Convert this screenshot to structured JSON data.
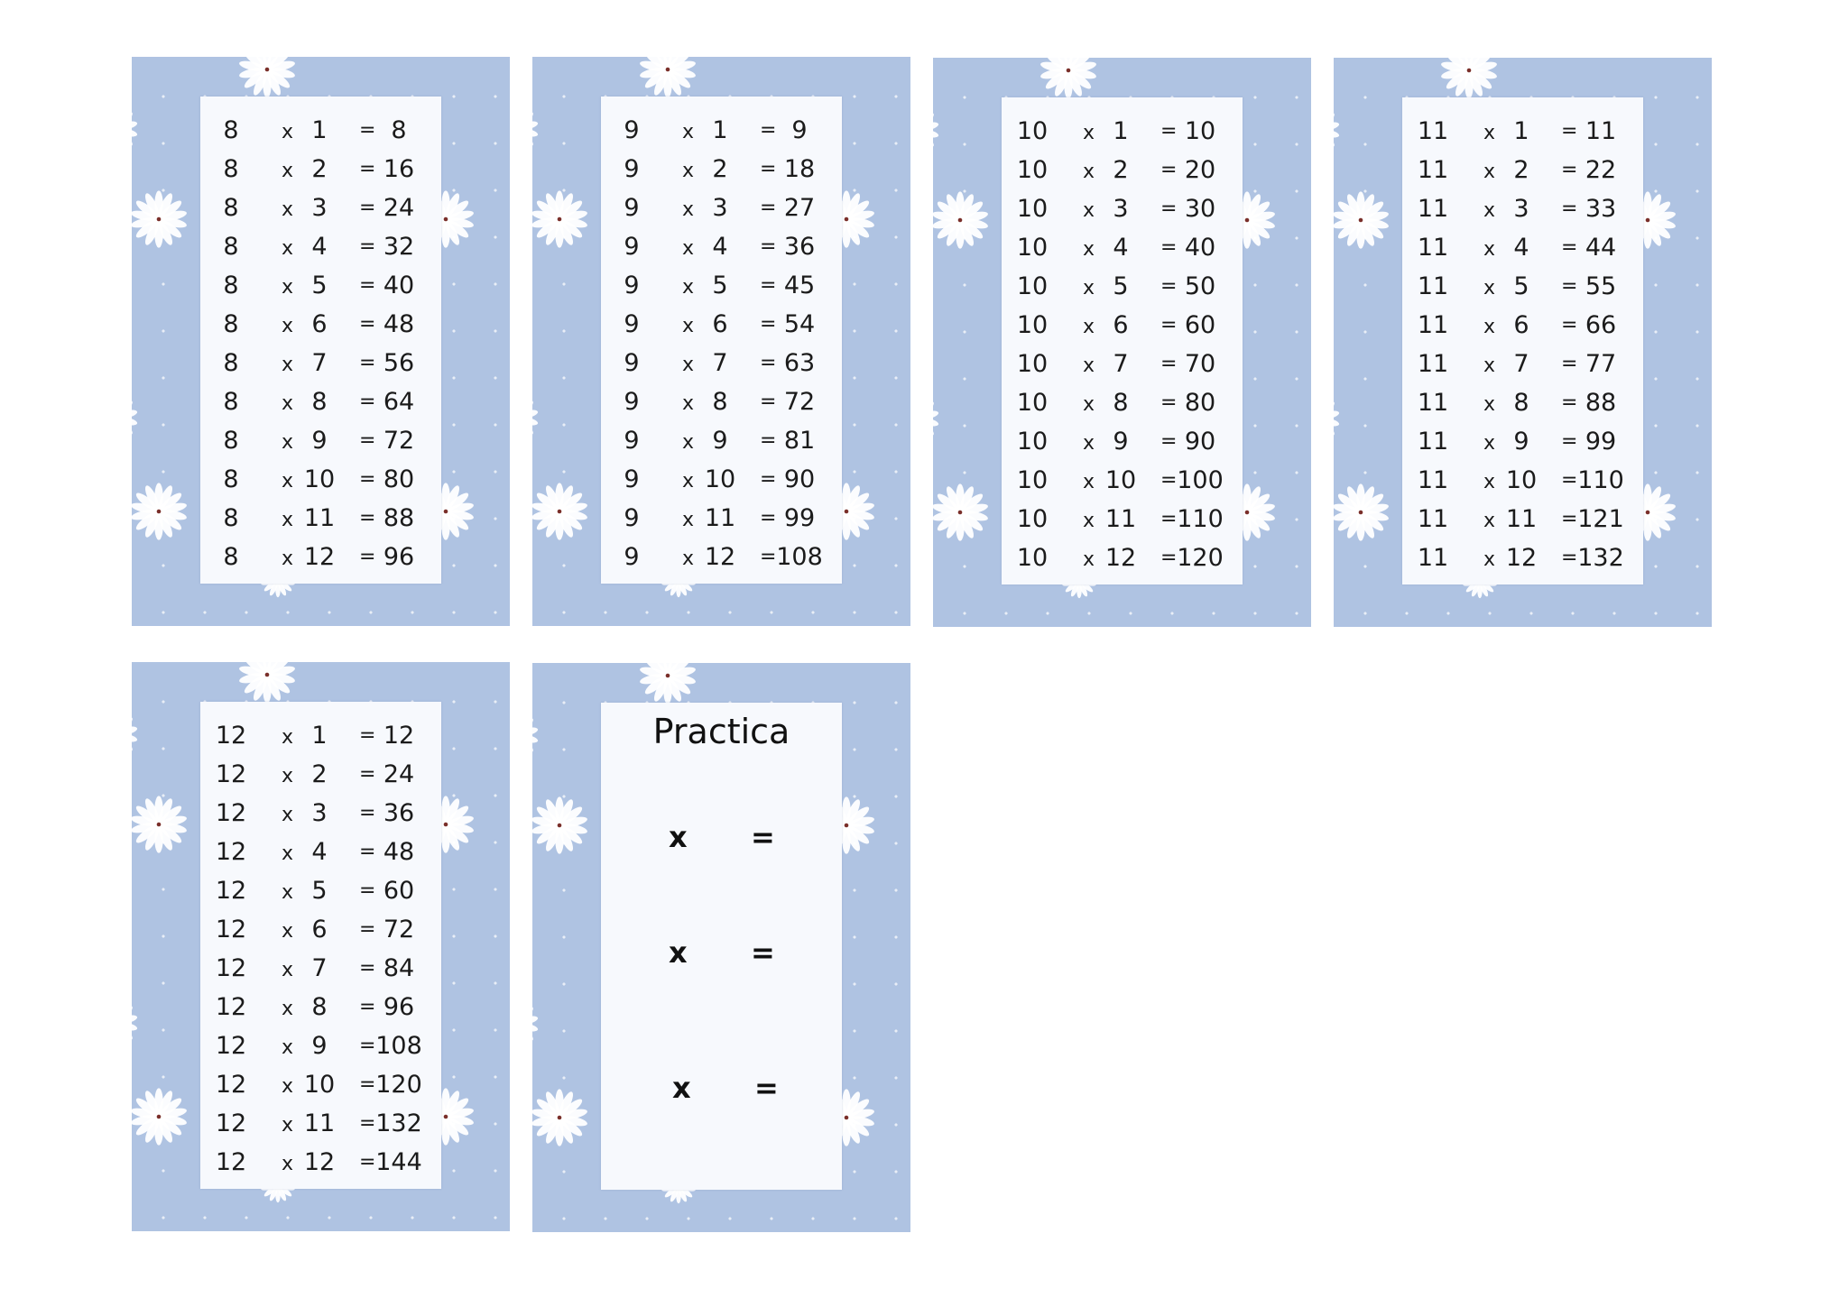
{
  "tables": [
    {
      "factor": "8",
      "rows": [
        [
          "8",
          "1",
          "8"
        ],
        [
          "8",
          "2",
          "16"
        ],
        [
          "8",
          "3",
          "24"
        ],
        [
          "8",
          "4",
          "32"
        ],
        [
          "8",
          "5",
          "40"
        ],
        [
          "8",
          "6",
          "48"
        ],
        [
          "8",
          "7",
          "56"
        ],
        [
          "8",
          "8",
          "64"
        ],
        [
          "8",
          "9",
          "72"
        ],
        [
          "8",
          "10",
          "80"
        ],
        [
          "8",
          "11",
          "88"
        ],
        [
          "8",
          "12",
          "96"
        ]
      ]
    },
    {
      "factor": "9",
      "rows": [
        [
          "9",
          "1",
          "9"
        ],
        [
          "9",
          "2",
          "18"
        ],
        [
          "9",
          "3",
          "27"
        ],
        [
          "9",
          "4",
          "36"
        ],
        [
          "9",
          "5",
          "45"
        ],
        [
          "9",
          "6",
          "54"
        ],
        [
          "9",
          "7",
          "63"
        ],
        [
          "9",
          "8",
          "72"
        ],
        [
          "9",
          "9",
          "81"
        ],
        [
          "9",
          "10",
          "90"
        ],
        [
          "9",
          "11",
          "99"
        ],
        [
          "9",
          "12",
          "108"
        ]
      ]
    },
    {
      "factor": "10",
      "rows": [
        [
          "10",
          "1",
          "10"
        ],
        [
          "10",
          "2",
          "20"
        ],
        [
          "10",
          "3",
          "30"
        ],
        [
          "10",
          "4",
          "40"
        ],
        [
          "10",
          "5",
          "50"
        ],
        [
          "10",
          "6",
          "60"
        ],
        [
          "10",
          "7",
          "70"
        ],
        [
          "10",
          "8",
          "80"
        ],
        [
          "10",
          "9",
          "90"
        ],
        [
          "10",
          "10",
          "100"
        ],
        [
          "10",
          "11",
          "110"
        ],
        [
          "10",
          "12",
          "120"
        ]
      ]
    },
    {
      "factor": "11",
      "rows": [
        [
          "11",
          "1",
          "11"
        ],
        [
          "11",
          "2",
          "22"
        ],
        [
          "11",
          "3",
          "33"
        ],
        [
          "11",
          "4",
          "44"
        ],
        [
          "11",
          "5",
          "55"
        ],
        [
          "11",
          "6",
          "66"
        ],
        [
          "11",
          "7",
          "77"
        ],
        [
          "11",
          "8",
          "88"
        ],
        [
          "11",
          "9",
          "99"
        ],
        [
          "11",
          "10",
          "110"
        ],
        [
          "11",
          "11",
          "121"
        ],
        [
          "11",
          "12",
          "132"
        ]
      ]
    },
    {
      "factor": "12",
      "rows": [
        [
          "12",
          "1",
          "12"
        ],
        [
          "12",
          "2",
          "24"
        ],
        [
          "12",
          "3",
          "36"
        ],
        [
          "12",
          "4",
          "48"
        ],
        [
          "12",
          "5",
          "60"
        ],
        [
          "12",
          "6",
          "72"
        ],
        [
          "12",
          "7",
          "84"
        ],
        [
          "12",
          "8",
          "96"
        ],
        [
          "12",
          "9",
          "108"
        ],
        [
          "12",
          "10",
          "120"
        ],
        [
          "12",
          "11",
          "132"
        ],
        [
          "12",
          "12",
          "144"
        ]
      ]
    }
  ],
  "symbols": {
    "times": "x",
    "equals": "="
  },
  "practice": {
    "title": "Practica",
    "lines": [
      {
        "times": "x",
        "equals": "="
      },
      {
        "times": "x",
        "equals": "="
      },
      {
        "times": "x",
        "equals": "="
      }
    ]
  },
  "colors": {
    "card_background": "#afc3e2",
    "panel_background": "#f7f9fd",
    "flower_petal": "#ffffff",
    "flower_center": "#7a2f2a"
  },
  "icons": {
    "decoration": "daisy-flower-icon"
  }
}
